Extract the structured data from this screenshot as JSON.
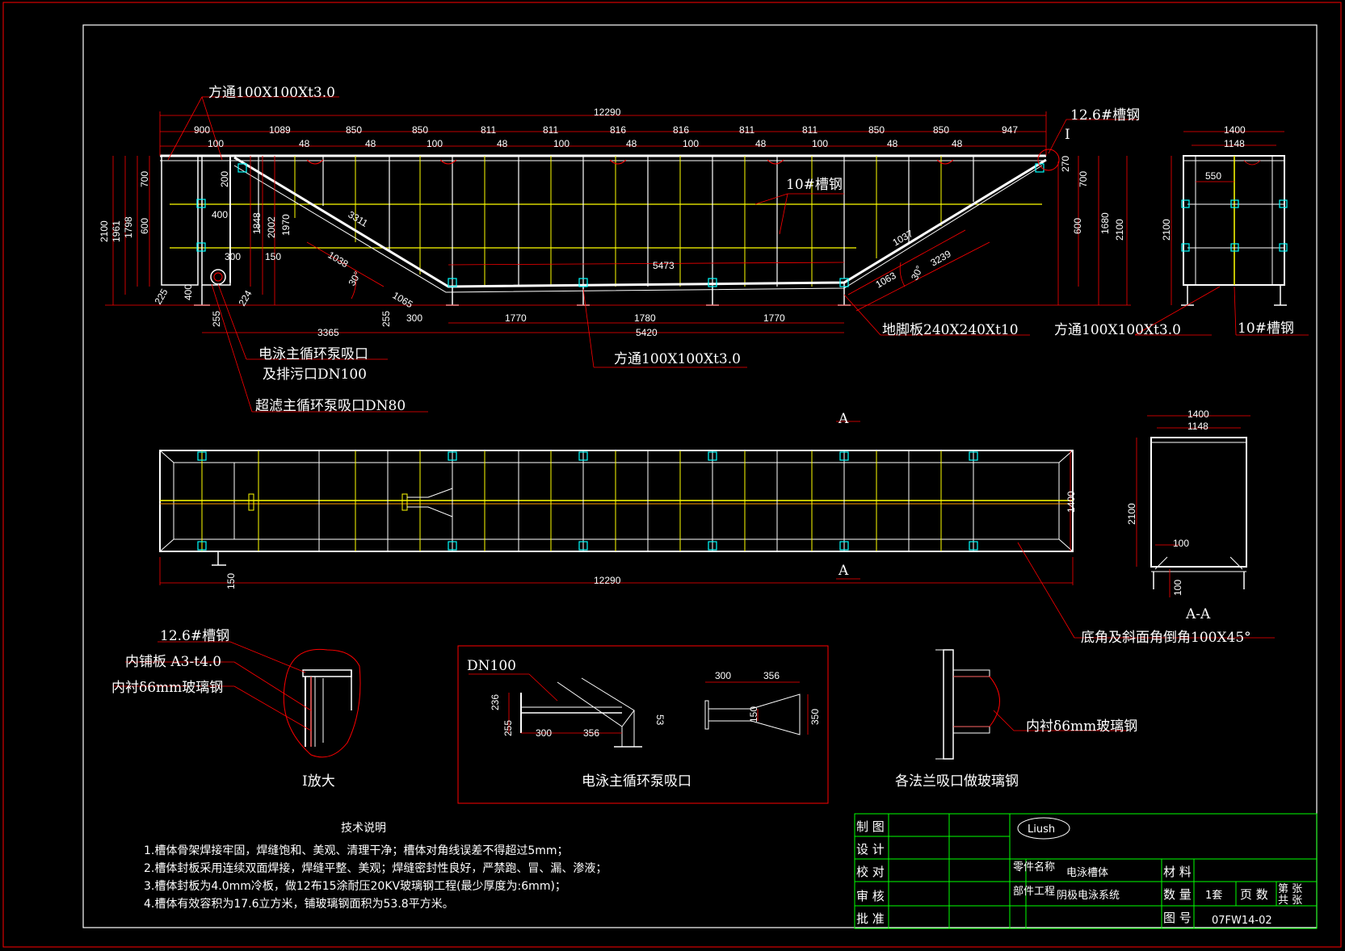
{
  "callouts": {
    "square_tube_top": "方通100X100Xt3.0",
    "channel_126_top": "12.6#槽钢",
    "detail_I_mark": "I",
    "channel_10": "10#槽钢",
    "pump_inlet_line1": "电泳主循环泵吸口",
    "pump_inlet_line2": "及排污口DN100",
    "uf_inlet": "超滤主循环泵吸口DN80",
    "square_tube_bottom": "方通100X100Xt3.0",
    "foot_plate": "地脚板240X240Xt10",
    "side_square_tube": "方通100X100Xt3.0",
    "side_channel_10": "10#槽钢",
    "section_mark": "A",
    "section_label": "A-A",
    "chamfer_note": "底角及斜面角倒角100X45°",
    "detail_channel": "12.6#槽钢",
    "detail_plate": "内铺板 A3-t4.0",
    "detail_lining": "内衬δ6mm玻璃钢",
    "detail_I_title": "I放大",
    "dn100": "DN100",
    "pump_detail_title": "电泳主循环泵吸口",
    "flange_lining": "内衬δ6mm玻璃钢",
    "flange_title": "各法兰吸口做玻璃钢"
  },
  "dims": {
    "overall_length": "12290",
    "segments": [
      "900",
      "1089",
      "850",
      "850",
      "811",
      "811",
      "816",
      "816",
      "811",
      "811",
      "850",
      "850",
      "947"
    ],
    "sub_segments": [
      "100",
      "48",
      "48",
      "100",
      "48",
      "100",
      "48",
      "100",
      "48",
      "100",
      "48",
      "48"
    ],
    "left_heights": [
      "2100",
      "1961",
      "1798",
      "700",
      "600",
      "200",
      "400",
      "1848",
      "2002",
      "1970"
    ],
    "d300": "300",
    "d150": "150",
    "d225": "225",
    "d400": "400",
    "d224": "224",
    "d255a": "255",
    "d255b": "255",
    "d3365": "3365",
    "d300b": "300",
    "slope_left": [
      "3311",
      "1038",
      "30°",
      "1065"
    ],
    "middle": "5473",
    "slope_right": [
      "1037",
      "3239",
      "1063",
      "30°"
    ],
    "right_heights": [
      "270",
      "700",
      "600",
      "1680",
      "2100"
    ],
    "bottom_spans": [
      "1770",
      "1780",
      "1770"
    ],
    "bottom_total": "5420",
    "side_width": "1400",
    "side_inner": "1148",
    "side_550": "550",
    "side_height": "2100",
    "plan_width": "1400",
    "plan_length": "12290",
    "plan_150": "150",
    "aa_width": "1400",
    "aa_inner": "1148",
    "aa_height": "2100",
    "aa_100a": "100",
    "aa_100b": "100",
    "pump": [
      "236",
      "255",
      "300",
      "356",
      "53"
    ],
    "pump2": [
      "300",
      "356",
      "150",
      "350"
    ]
  },
  "notes": {
    "title": "技术说明",
    "items": [
      "1.槽体骨架焊接牢固，焊缝饱和、美观、清理干净；槽体对角线误差不得超过5mm；",
      "2.槽体封板采用连续双面焊接，焊缝平整、美观；焊缝密封性良好，严禁跑、冒、漏、渗液；",
      "3.槽体封板为4.0mm冷板，做12布15涂耐压20KV玻璃钢工程(最少厚度为:6mm)；",
      "4.槽体有效容积为17.6立方米，铺玻璃钢面积为53.8平方米。"
    ]
  },
  "title_block": {
    "rows": [
      "制 图",
      "设 计",
      "校 对",
      "审 核",
      "批 准"
    ],
    "logo": "Liush",
    "part_name_label": "零件名称",
    "part_name": "电泳槽体",
    "project_label": "部件工程",
    "project": "阴极电泳系统",
    "material_label": "材 料",
    "qty_label": "数 量",
    "qty": "1套",
    "pages_label": "页 数",
    "sheet_label": "第 张",
    "total_label": "共 张",
    "drawing_no_label": "图 号",
    "drawing_no": "07FW14-02"
  },
  "colors": {
    "frame": "#ff0000",
    "struct": "#ffffff",
    "yellow": "#ffff00",
    "cyan": "#00ffff",
    "green": "#00ff00"
  }
}
